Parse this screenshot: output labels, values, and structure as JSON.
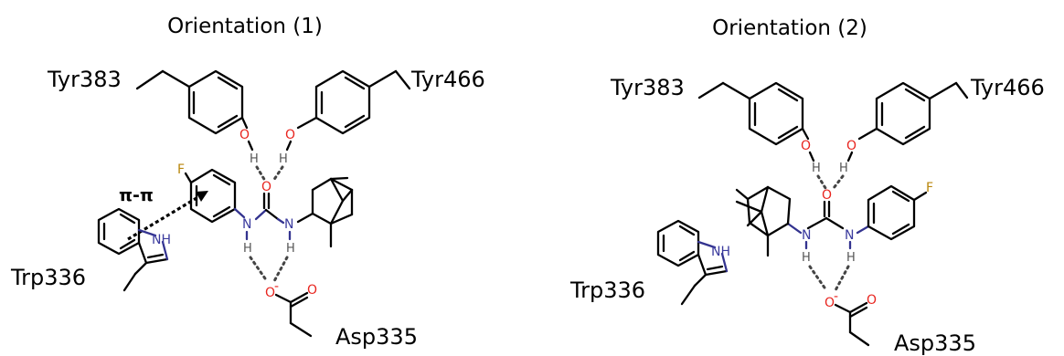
{
  "panels": [
    {
      "title": "Orientation (1)",
      "residues": {
        "tyr_left": "Tyr383",
        "tyr_right": "Tyr466",
        "trp": "Trp336",
        "asp": "Asp335"
      },
      "interaction_label": "π-π",
      "atoms": {
        "fluorine": "F",
        "nitrogen": "N",
        "indole_nh": "NH",
        "hydrogen": "H",
        "oxygen": "O",
        "carboxylate_o": "O",
        "charge": "-"
      }
    },
    {
      "title": "Orientation (2)",
      "residues": {
        "tyr_left": "Tyr383",
        "tyr_right": "Tyr466",
        "trp": "Trp336",
        "asp": "Asp335"
      },
      "atoms": {
        "fluorine": "F",
        "nitrogen": "N",
        "indole_nh": "NH",
        "hydrogen": "H",
        "oxygen": "O",
        "carboxylate_o": "O",
        "charge": "-"
      }
    }
  ],
  "colors": {
    "bond": "#000000",
    "oxygen": "#e8251f",
    "nitrogen": "#3b3b9e",
    "fluorine": "#b8860b",
    "hydrogen": "#555555",
    "hbond": "#444444"
  }
}
